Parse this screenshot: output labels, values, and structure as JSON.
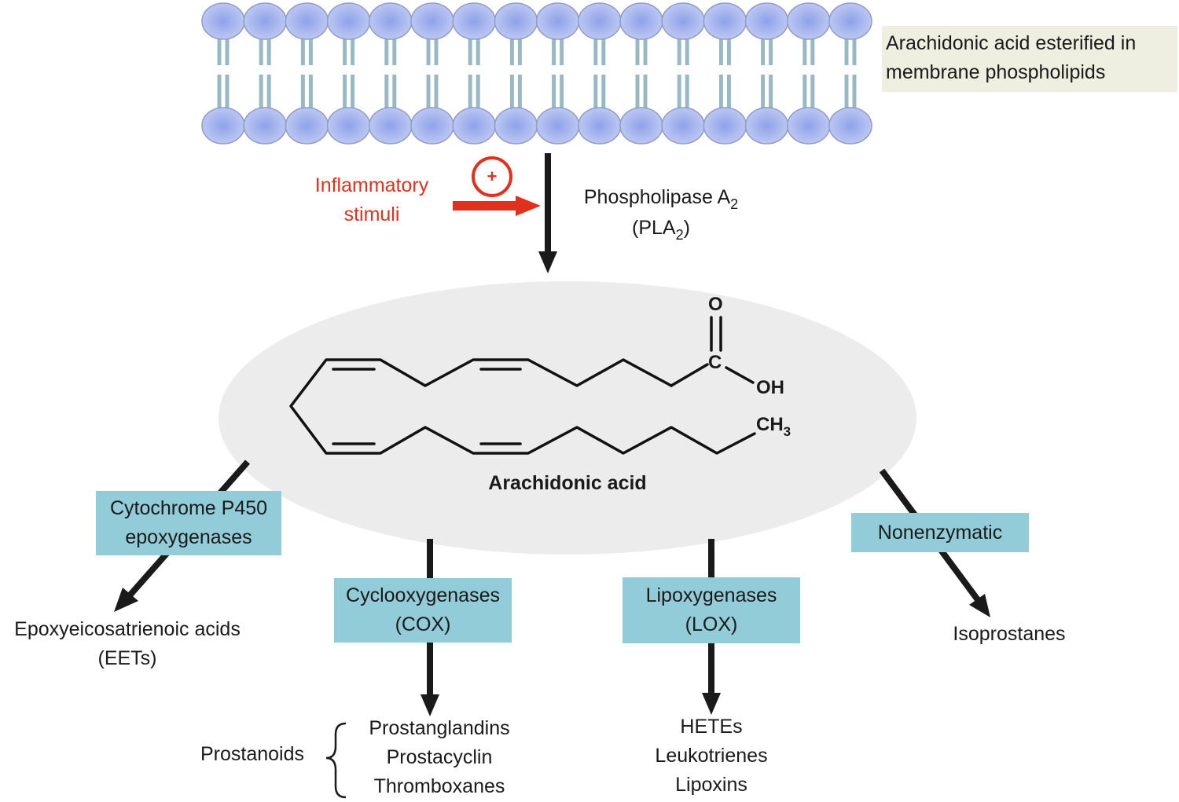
{
  "membrane_label": [
    "Arachidonic acid esterified in",
    "membrane phospholipids"
  ],
  "stimulus": {
    "label": [
      "Inflammatory",
      "stimuli"
    ],
    "sign": "+",
    "color": "#e0301e"
  },
  "enzyme_top": {
    "line1": "Phospholipase A",
    "line1_sub": "2",
    "line2_pre": "(PLA",
    "line2_sub": "2",
    "line2_post": ")"
  },
  "molecule": {
    "name": "Arachidonic acid",
    "atoms": {
      "o": "O",
      "c": "C",
      "oh": "OH",
      "ch": "CH",
      "ch_sub": "3"
    }
  },
  "pathways": {
    "cyp": {
      "enzyme": [
        "Cytochrome P450",
        "epoxygenases"
      ],
      "products": [
        "Epoxyeicosatrienoic acids",
        "(EETs)"
      ]
    },
    "cox": {
      "enzyme": [
        "Cyclooxygenases",
        "(COX)"
      ],
      "group_label": "Prostanoids",
      "products": [
        "Prostanglandins",
        "Prostacyclin",
        "Thromboxanes"
      ]
    },
    "lox": {
      "enzyme": [
        "Lipoxygenases",
        "(LOX)"
      ],
      "products": [
        "HETEs",
        "Leukotrienes",
        "Lipoxins"
      ]
    },
    "nonenzymatic": {
      "label": "Nonenzymatic",
      "products": [
        "Isoprostanes"
      ]
    }
  },
  "colors": {
    "enzyme_box": "#92ccd9",
    "lipid_head": "#a3b3ec",
    "lipid_tail": "#98b9c4",
    "membrane_label_bg": "#eeeee1",
    "ellipse": "#ececec",
    "arrow": "#1a1a1a"
  }
}
